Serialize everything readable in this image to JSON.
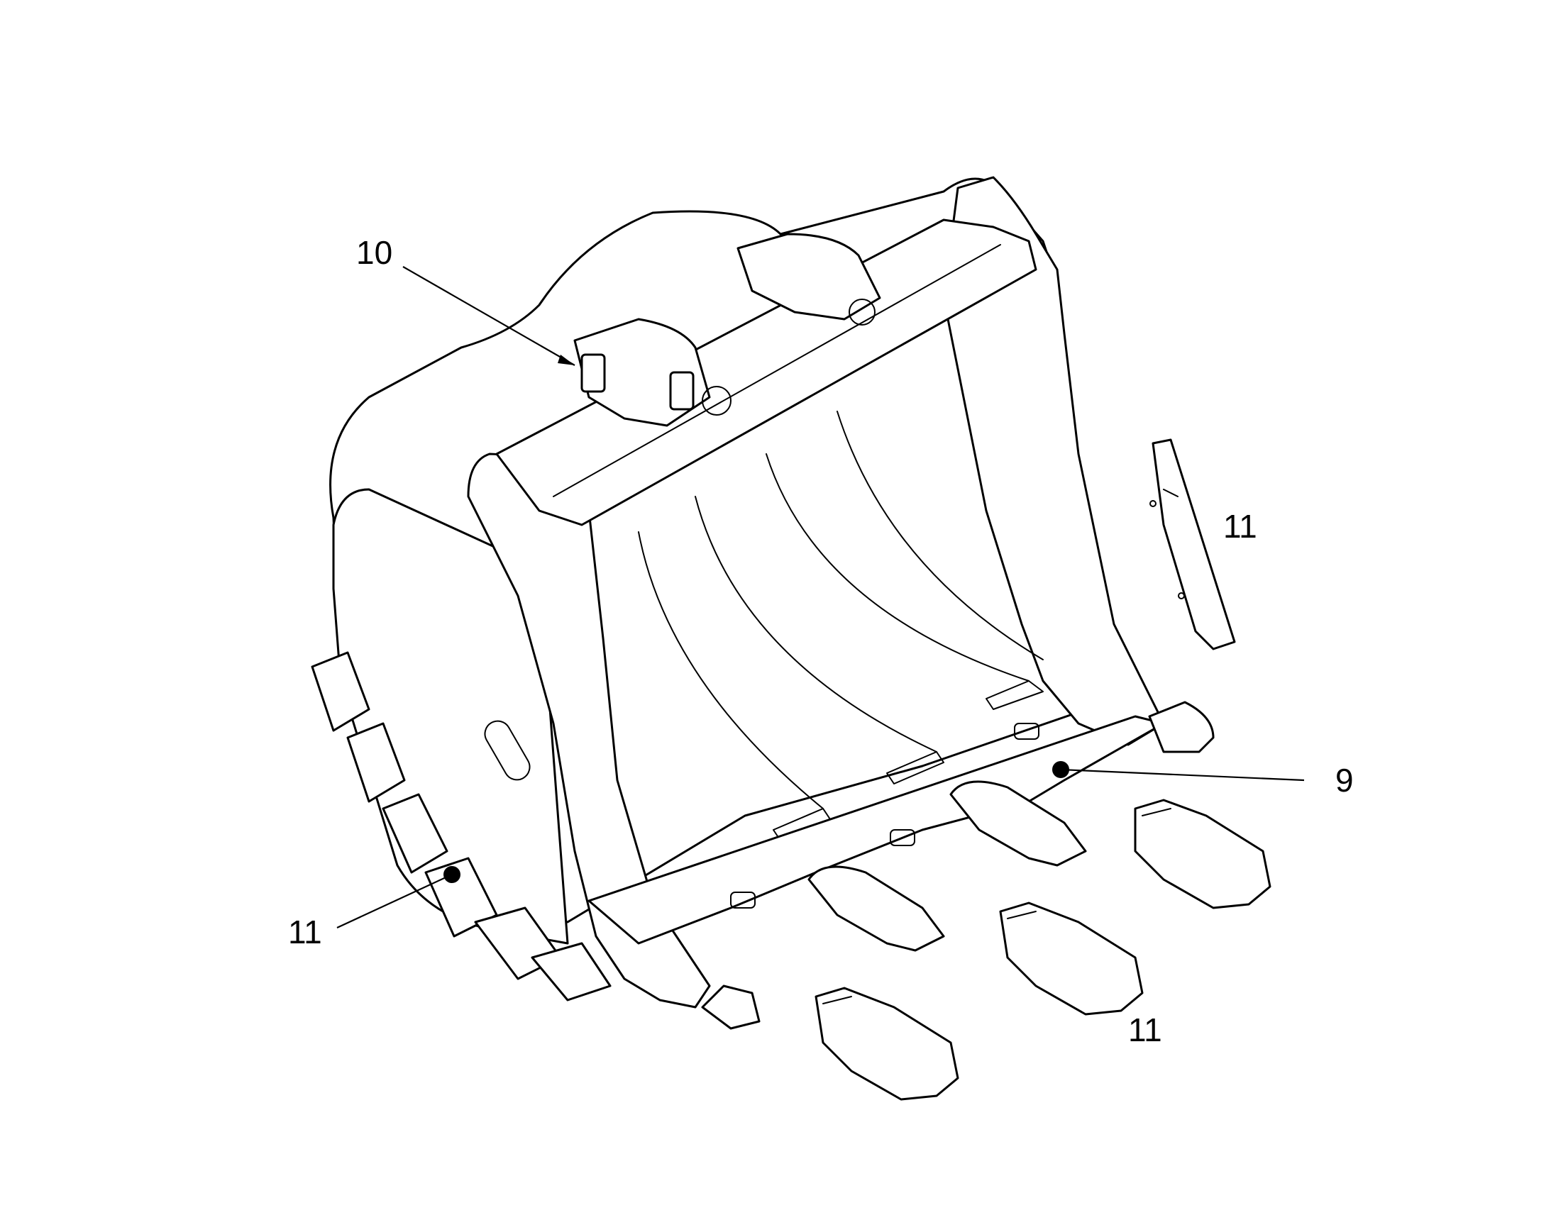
{
  "callouts": {
    "part_10": "10",
    "part_11_upper": "11",
    "part_9": "9",
    "part_11_left": "11",
    "part_11_bottom": "11"
  },
  "colors": {
    "line": "#000000",
    "background": "#ffffff"
  }
}
